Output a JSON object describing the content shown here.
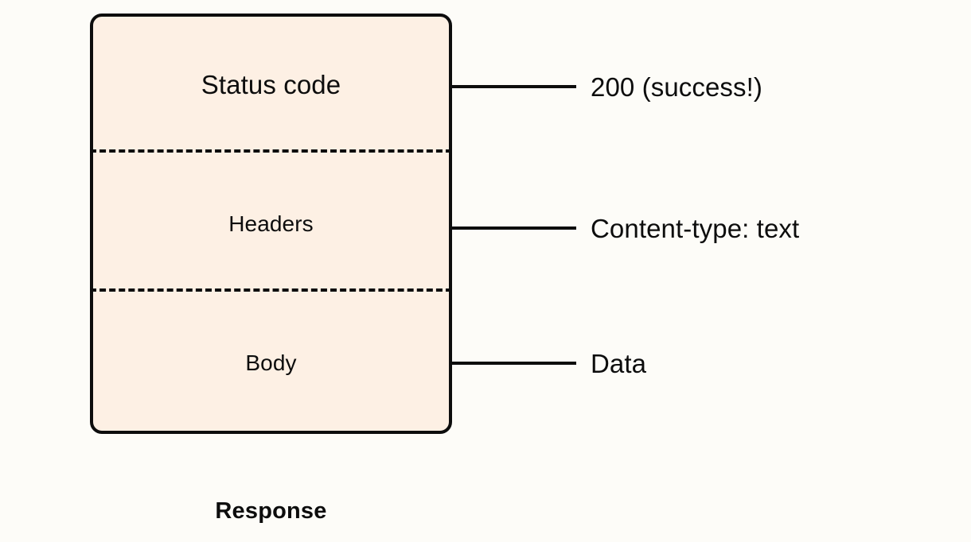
{
  "diagram": {
    "caption": "Response",
    "box": {
      "fill_color": "#fdf0e4",
      "border_color": "#0d0d0d"
    },
    "background_color": "#fdfcf8",
    "sections": [
      {
        "label": "Status code",
        "annotation": "200 (success!)"
      },
      {
        "label": "Headers",
        "annotation": "Content-type: text"
      },
      {
        "label": "Body",
        "annotation": "Data"
      }
    ]
  }
}
